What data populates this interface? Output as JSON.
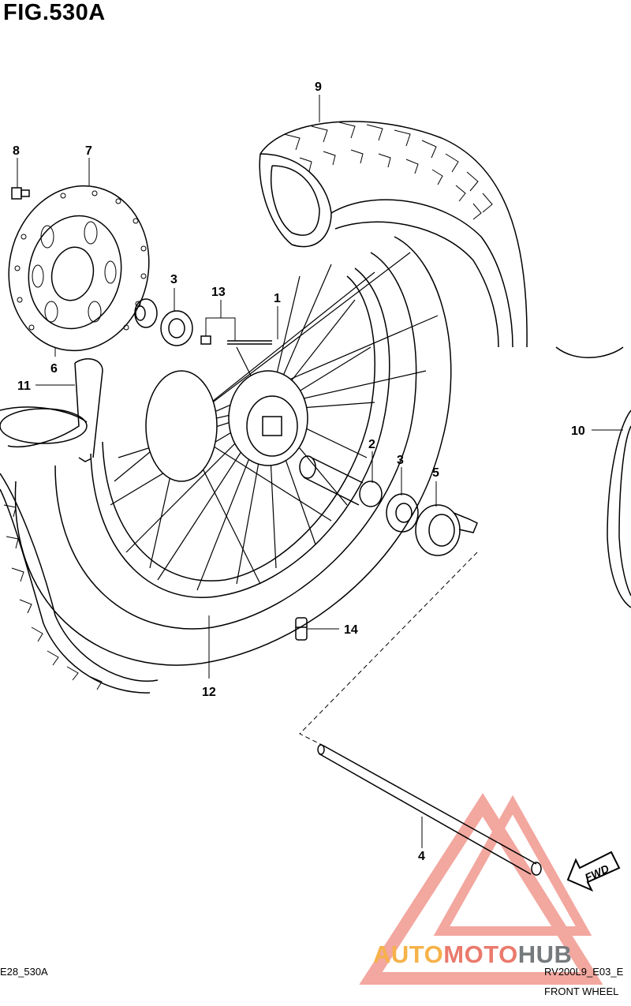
{
  "figure": {
    "title": "FIG.530A"
  },
  "callouts": [
    {
      "id": "1",
      "text": "1"
    },
    {
      "id": "2",
      "text": "2"
    },
    {
      "id": "3a",
      "text": "3"
    },
    {
      "id": "3b",
      "text": "3"
    },
    {
      "id": "4",
      "text": "4"
    },
    {
      "id": "5",
      "text": "5"
    },
    {
      "id": "6",
      "text": "6"
    },
    {
      "id": "7",
      "text": "7"
    },
    {
      "id": "8",
      "text": "8"
    },
    {
      "id": "9",
      "text": "9"
    },
    {
      "id": "10",
      "text": "10"
    },
    {
      "id": "11",
      "text": "11"
    },
    {
      "id": "12",
      "text": "12"
    },
    {
      "id": "13",
      "text": "13"
    },
    {
      "id": "14",
      "text": "14"
    }
  ],
  "footer": {
    "left_code": "E28_530A",
    "right_code": "RV200L9_E03_E",
    "caption": "FRONT WHEEL"
  },
  "watermark": {
    "part1": "AUTO",
    "part2": "MOTO",
    "part3": "HUB"
  },
  "arrow": {
    "label": "FWD"
  }
}
